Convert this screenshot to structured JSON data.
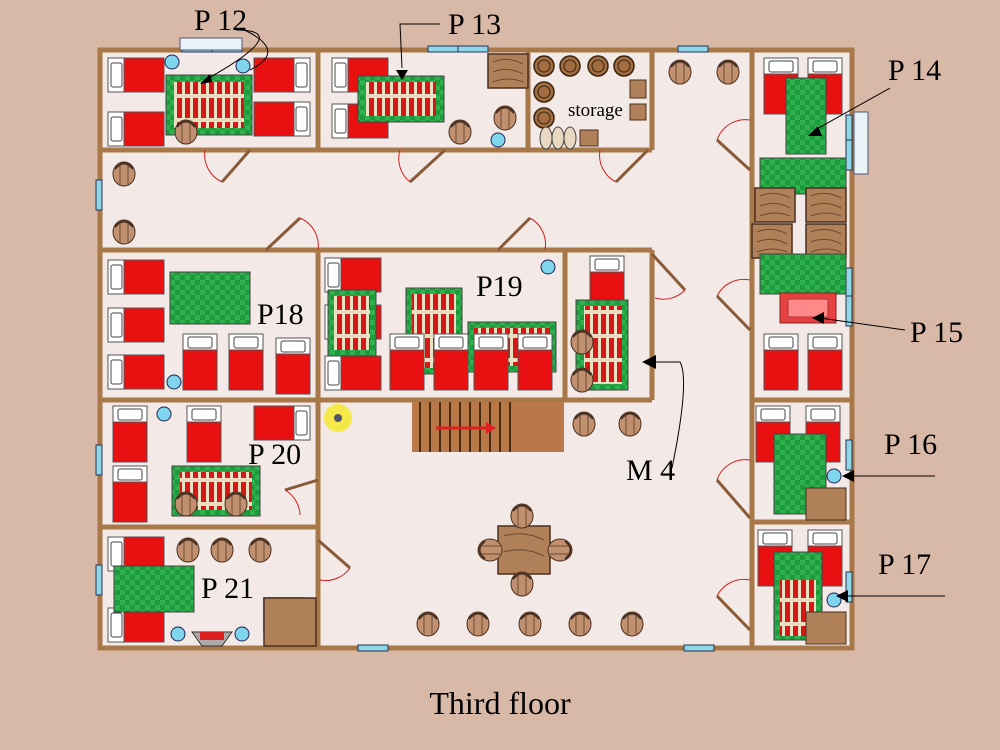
{
  "caption": "Third floor",
  "rooms": {
    "p12": "P 12",
    "p13": "P 13",
    "p14": "P 14",
    "p15": "P 15",
    "p16": "P 16",
    "p17": "P 17",
    "p18": "P18",
    "p19": "P19",
    "p20": "P 20",
    "p21": "P 21",
    "m4": "M 4",
    "storage": "storage"
  },
  "colors": {
    "background": "#d8b8a6",
    "floor": "#f3e9e6",
    "wall": "#a87848",
    "bed": "#e81010",
    "rug": "#1e9a3e",
    "furniture": "#a87850",
    "window": "#8ed6e8"
  }
}
